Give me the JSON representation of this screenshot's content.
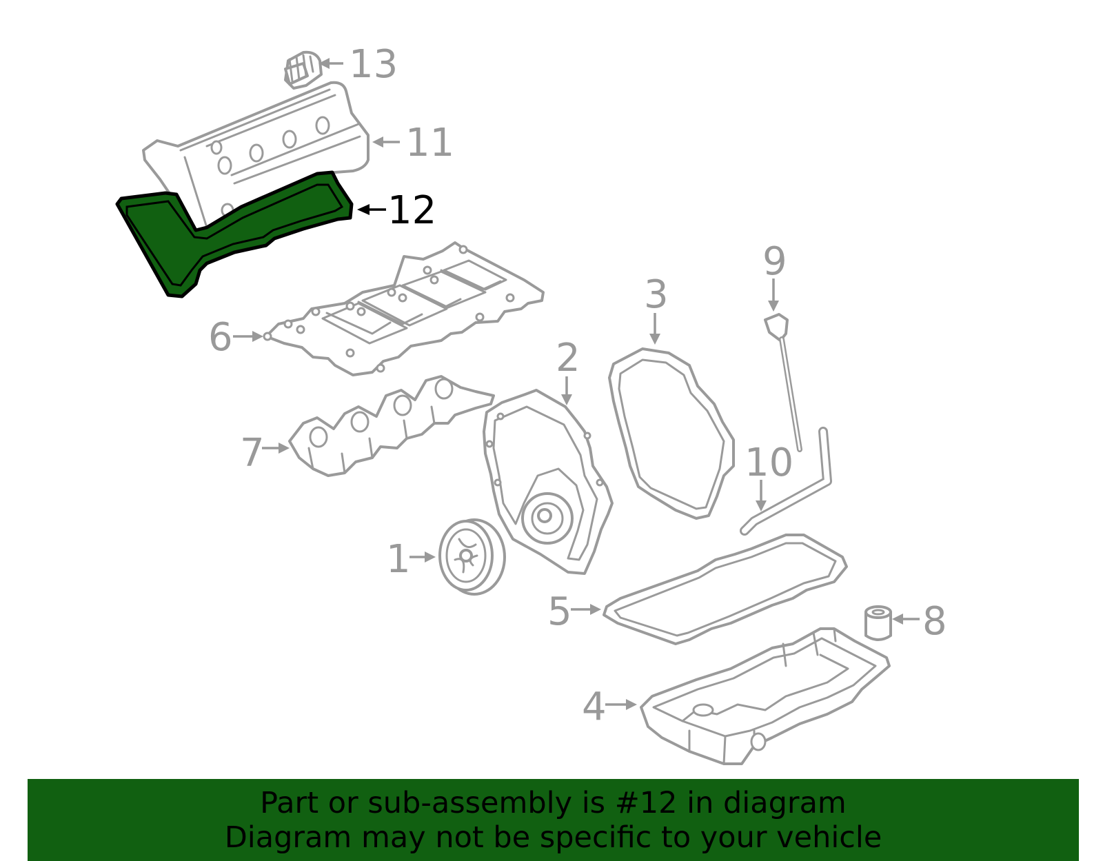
{
  "callouts": [
    {
      "id": "1",
      "label": "1",
      "highlight": false
    },
    {
      "id": "2",
      "label": "2",
      "highlight": false
    },
    {
      "id": "3",
      "label": "3",
      "highlight": false
    },
    {
      "id": "4",
      "label": "4",
      "highlight": false
    },
    {
      "id": "5",
      "label": "5",
      "highlight": false
    },
    {
      "id": "6",
      "label": "6",
      "highlight": false
    },
    {
      "id": "7",
      "label": "7",
      "highlight": false
    },
    {
      "id": "8",
      "label": "8",
      "highlight": false
    },
    {
      "id": "9",
      "label": "9",
      "highlight": false
    },
    {
      "id": "10",
      "label": "10",
      "highlight": false
    },
    {
      "id": "11",
      "label": "11",
      "highlight": false
    },
    {
      "id": "12",
      "label": "12",
      "highlight": true
    },
    {
      "id": "13",
      "label": "13",
      "highlight": false
    }
  ],
  "banner": {
    "line1": "Part or sub-assembly is #12 in diagram",
    "line2": "Diagram may not be specific to your vehicle"
  },
  "colors": {
    "highlight_fill": "#116011",
    "line_gray": "#9a9a9a",
    "label_gray": "#999999",
    "highlight_label": "#000000"
  }
}
